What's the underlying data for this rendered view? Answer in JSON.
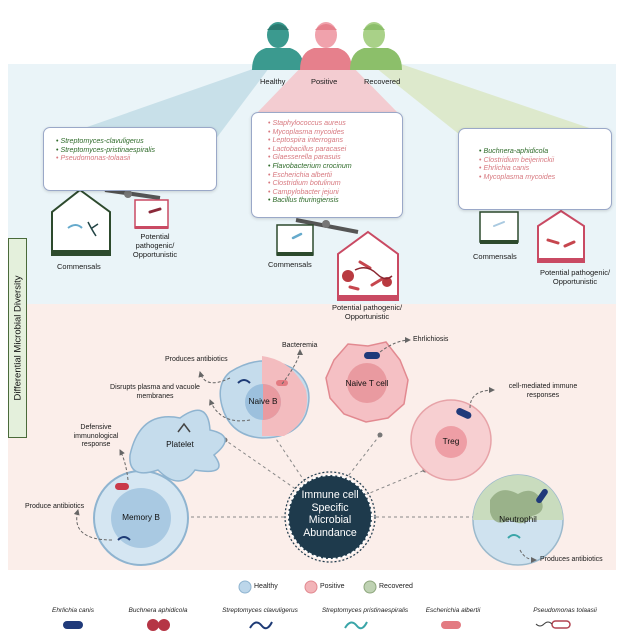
{
  "people": {
    "healthy": "Healthy",
    "positive": "Positive",
    "recovered": "Recovered"
  },
  "sidebar_title": "Differential Microbial Diversity",
  "boxes": {
    "healthy": [
      {
        "name": "Streptomyces-clavuligerus",
        "status": "commensal"
      },
      {
        "name": "Streptomyces-pristinaespiralis",
        "status": "commensal"
      },
      {
        "name": "Pseudomonas-tolaasii",
        "status": "pathogenic"
      }
    ],
    "positive": [
      {
        "name": "Staphylococcus aureus",
        "status": "pathogenic"
      },
      {
        "name": "Mycoplasma mycoides",
        "status": "pathogenic"
      },
      {
        "name": "Leptospira interrogans",
        "status": "pathogenic"
      },
      {
        "name": "Lactobacillus paracasei",
        "status": "pathogenic"
      },
      {
        "name": "Glaesserella parasuis",
        "status": "pathogenic"
      },
      {
        "name": "Flavobacterium crocinum",
        "status": "commensal"
      },
      {
        "name": "Escherichia albertii",
        "status": "pathogenic"
      },
      {
        "name": "Clostridium botulinum",
        "status": "pathogenic"
      },
      {
        "name": "Campylobacter jejuni",
        "status": "pathogenic"
      },
      {
        "name": "Bacillus thuringiensis",
        "status": "commensal"
      }
    ],
    "recovered": [
      {
        "name": "Buchnera-aphidicola",
        "status": "commensal"
      },
      {
        "name": "Clostridium beijerinckii",
        "status": "pathogenic"
      },
      {
        "name": "Ehrlichia canis",
        "status": "pathogenic"
      },
      {
        "name": "Mycoplasma mycoides",
        "status": "pathogenic"
      }
    ]
  },
  "scale_labels": {
    "commensals": "Commensals",
    "pathogenic": "Potential pathogenic/ Opportunistic"
  },
  "hub": "Immune cell Specific Microbial Abundance",
  "cells": {
    "memory_b": "Memory B",
    "platelet": "Platelet",
    "naive_b": "Naive B",
    "naive_t": "Naive T cell",
    "treg": "Treg",
    "neutrophil": "Neutrophil"
  },
  "annotations": {
    "produce_antibiotics_left": "Produce  antibiotics",
    "defensive": "Defensive immunological response",
    "produces_antibiotics_top": "Produces  antibiotics",
    "disrupts": "Disrupts plasma and vacuole membranes",
    "bacteremia": "Bacteremia",
    "ehrlichiosis": "Ehrlichiosis",
    "cell_mediated": "cell-mediated immune responses",
    "produces_antibiotics_bottom": "Produces  antibiotics"
  },
  "legend": {
    "healthy": "Healthy",
    "positive": "Positive",
    "recovered": "Recovered"
  },
  "colors": {
    "healthy": "#bcd6ea",
    "positive": "#f2b4b8",
    "recovered": "#bfd2b3",
    "commensal_text": "#2f6b2a",
    "pathogenic_text": "#d7787f"
  },
  "microbes": [
    {
      "name": "Ehrlichia canis",
      "icon": "blue-rod-icon"
    },
    {
      "name": "Buchnera aphidicola",
      "icon": "red-diplococcus-icon"
    },
    {
      "name": "Streptomyces clavuligerus",
      "icon": "navy-branch-icon"
    },
    {
      "name": "Streptomyces pristinaespiralis",
      "icon": "teal-branch-icon"
    },
    {
      "name": "Escherichia albertii",
      "icon": "pink-rod-icon"
    },
    {
      "name": "Pseudomonas tolaasii",
      "icon": "flagellated-rod-icon"
    }
  ]
}
